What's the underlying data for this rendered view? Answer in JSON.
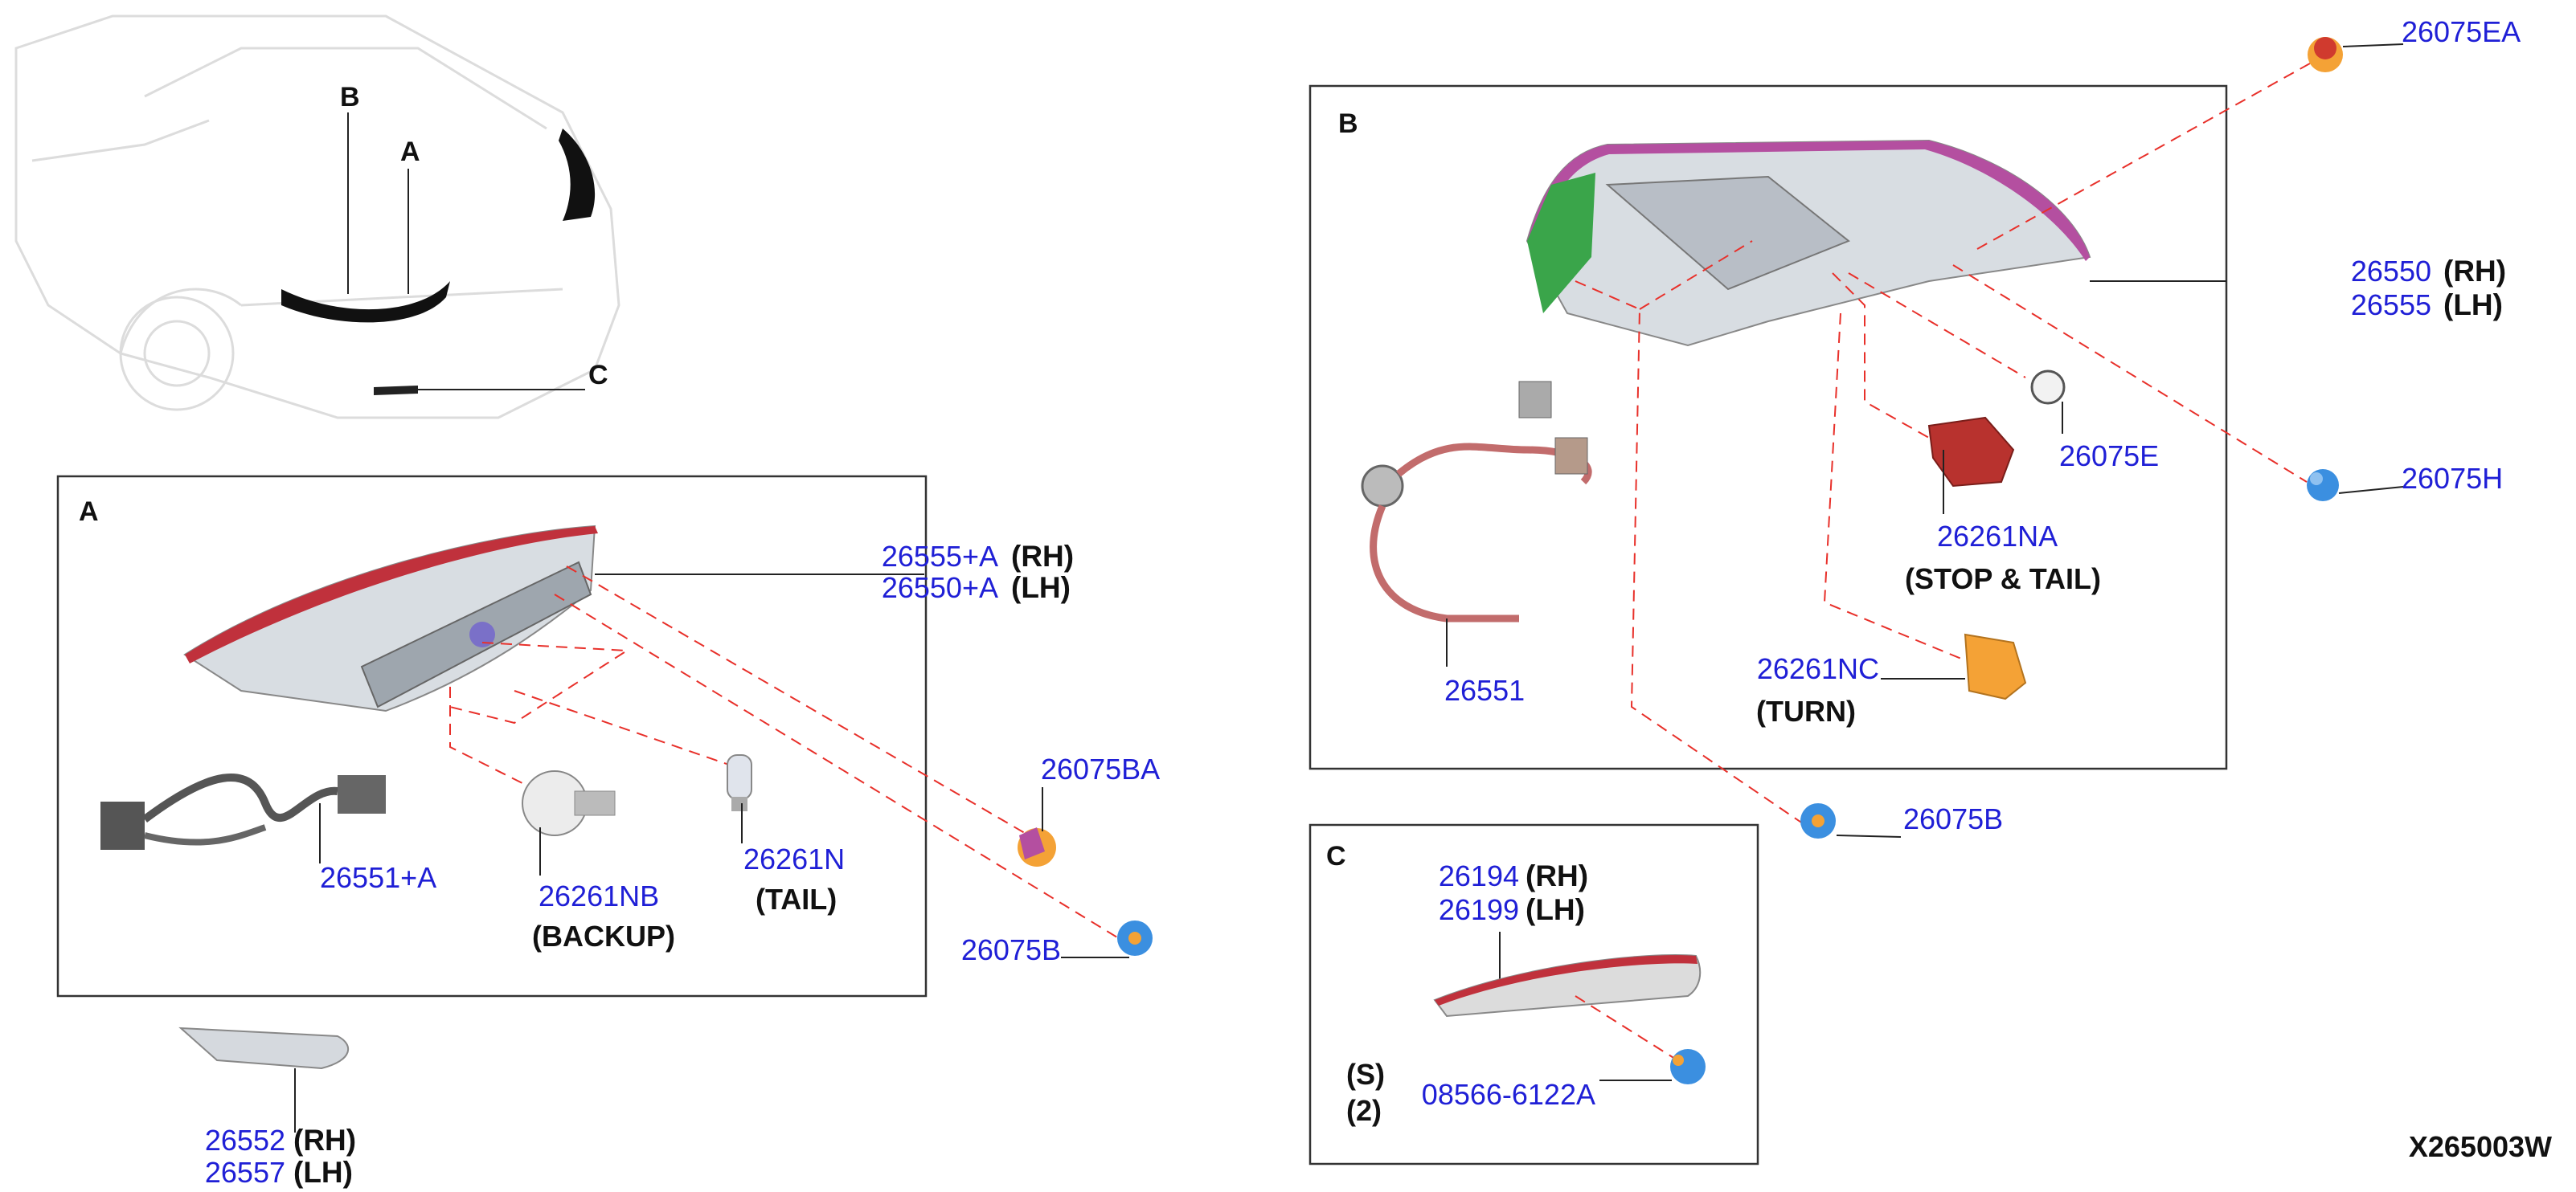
{
  "callouts": {
    "car_b": "B",
    "car_a": "A",
    "car_c": "C"
  },
  "sections": {
    "a": "A",
    "b": "B",
    "c": "C"
  },
  "diagram_code": "X265003W",
  "parts": {
    "p26555a": "26555+A",
    "p26550a": "26550+A",
    "p26551a": "26551+A",
    "p26261nb": "26261NB",
    "p26261n": "26261N",
    "p26075ba": "26075BA",
    "p26075b_a": "26075B",
    "p26552": "26552",
    "p26557": "26557",
    "p26075ea": "26075EA",
    "p26550": "26550",
    "p26555": "26555",
    "p26075e": "26075E",
    "p26075h": "26075H",
    "p26261na": "26261NA",
    "p26551": "26551",
    "p26261nc": "26261NC",
    "p26075b_b": "26075B",
    "p26194": "26194",
    "p26199": "26199",
    "p08566": "08566-6122A"
  },
  "sides": {
    "rh": "(RH)",
    "lh": "(LH)"
  },
  "light_labels": {
    "backup": "(BACKUP)",
    "tail": "(TAIL)",
    "stop_tail": "(STOP & TAIL)",
    "turn": "(TURN)"
  },
  "notes": {
    "s": "(S)",
    "qty": "(2)"
  },
  "colors": {
    "part_number": "#1f1fd6",
    "dash_line": "#e8302a",
    "socket_blue": "#3b8fe0",
    "bulb_amber": "#f4a236",
    "bulb_red": "#b8322e",
    "lens_red": "#c0313c",
    "lens_magenta": "#b44fa0"
  }
}
